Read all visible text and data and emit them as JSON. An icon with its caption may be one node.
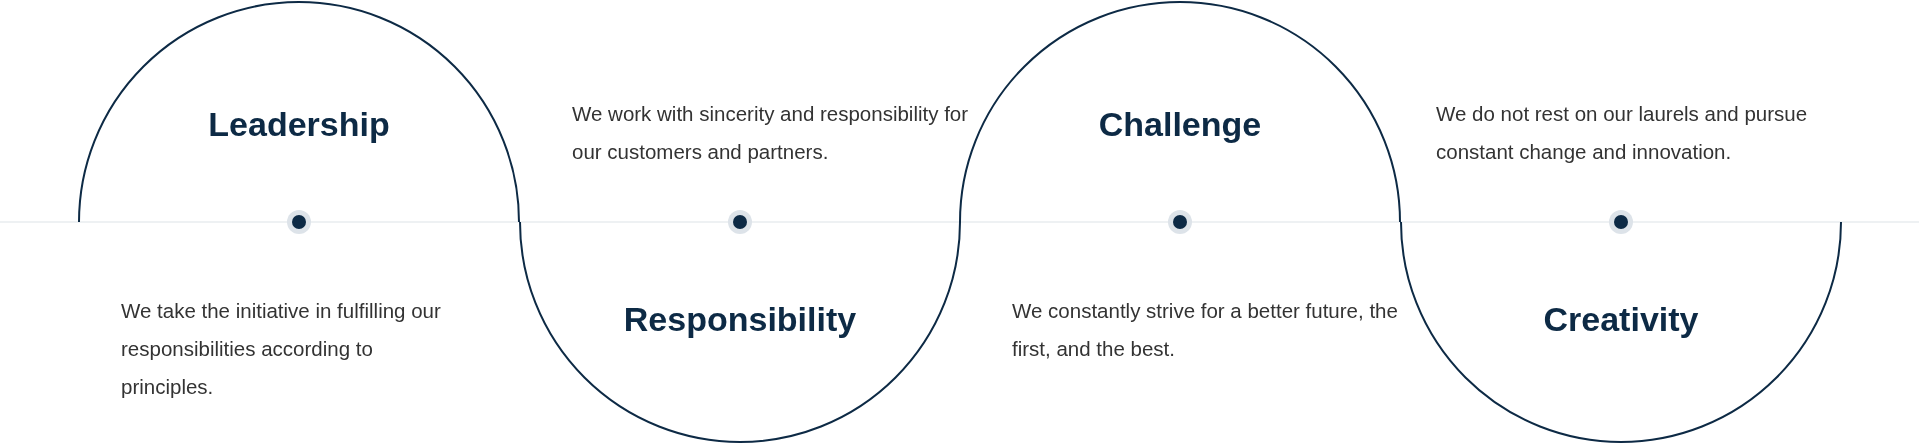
{
  "diagram": {
    "nodes": [
      {
        "text": [
          "Leadership"
        ]
      },
      {
        "text": [
          "Responsibility"
        ]
      },
      {
        "text": [
          "Challenge"
        ]
      },
      {
        "text": [
          "Creativity"
        ]
      }
    ],
    "labels": [
      "We work with sincerity and responsibility for our customers and partners.",
      "We do not rest on our laurels and pursue constant change and innovation.",
      "We take the initiative in fulfilling our responsibilities according to principles.",
      "We constantly strive for a better future, the first, and the best."
    ]
  }
}
